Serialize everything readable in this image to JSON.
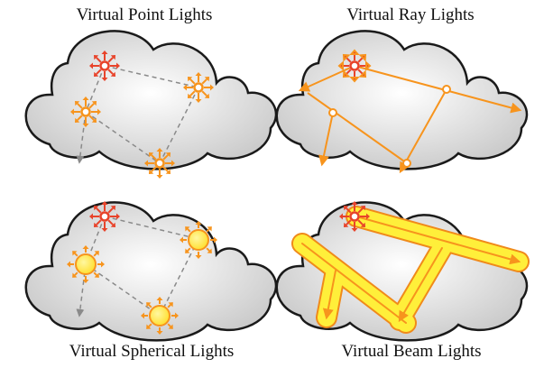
{
  "panels": [
    {
      "title": "Virtual Point Lights"
    },
    {
      "title": "Virtual Ray Lights"
    },
    {
      "title": "Virtual Spherical Lights"
    },
    {
      "title": "Virtual Beam Lights"
    }
  ],
  "colors": {
    "cloud_outline": "#1a1a1a",
    "cloud_fill_center": "#ffffff",
    "cloud_fill_edge": "#c9c9c9",
    "source_light": "#e8432a",
    "virtual_light": "#f7941d",
    "sphere_fill": "#ffe033",
    "beam_glow": "#ffef3a",
    "path_gray": "#8a8a8a"
  },
  "icons": [
    "source-light-icon",
    "point-light-icon",
    "sphere-light-icon",
    "ray-arrow-icon",
    "beam-icon"
  ]
}
